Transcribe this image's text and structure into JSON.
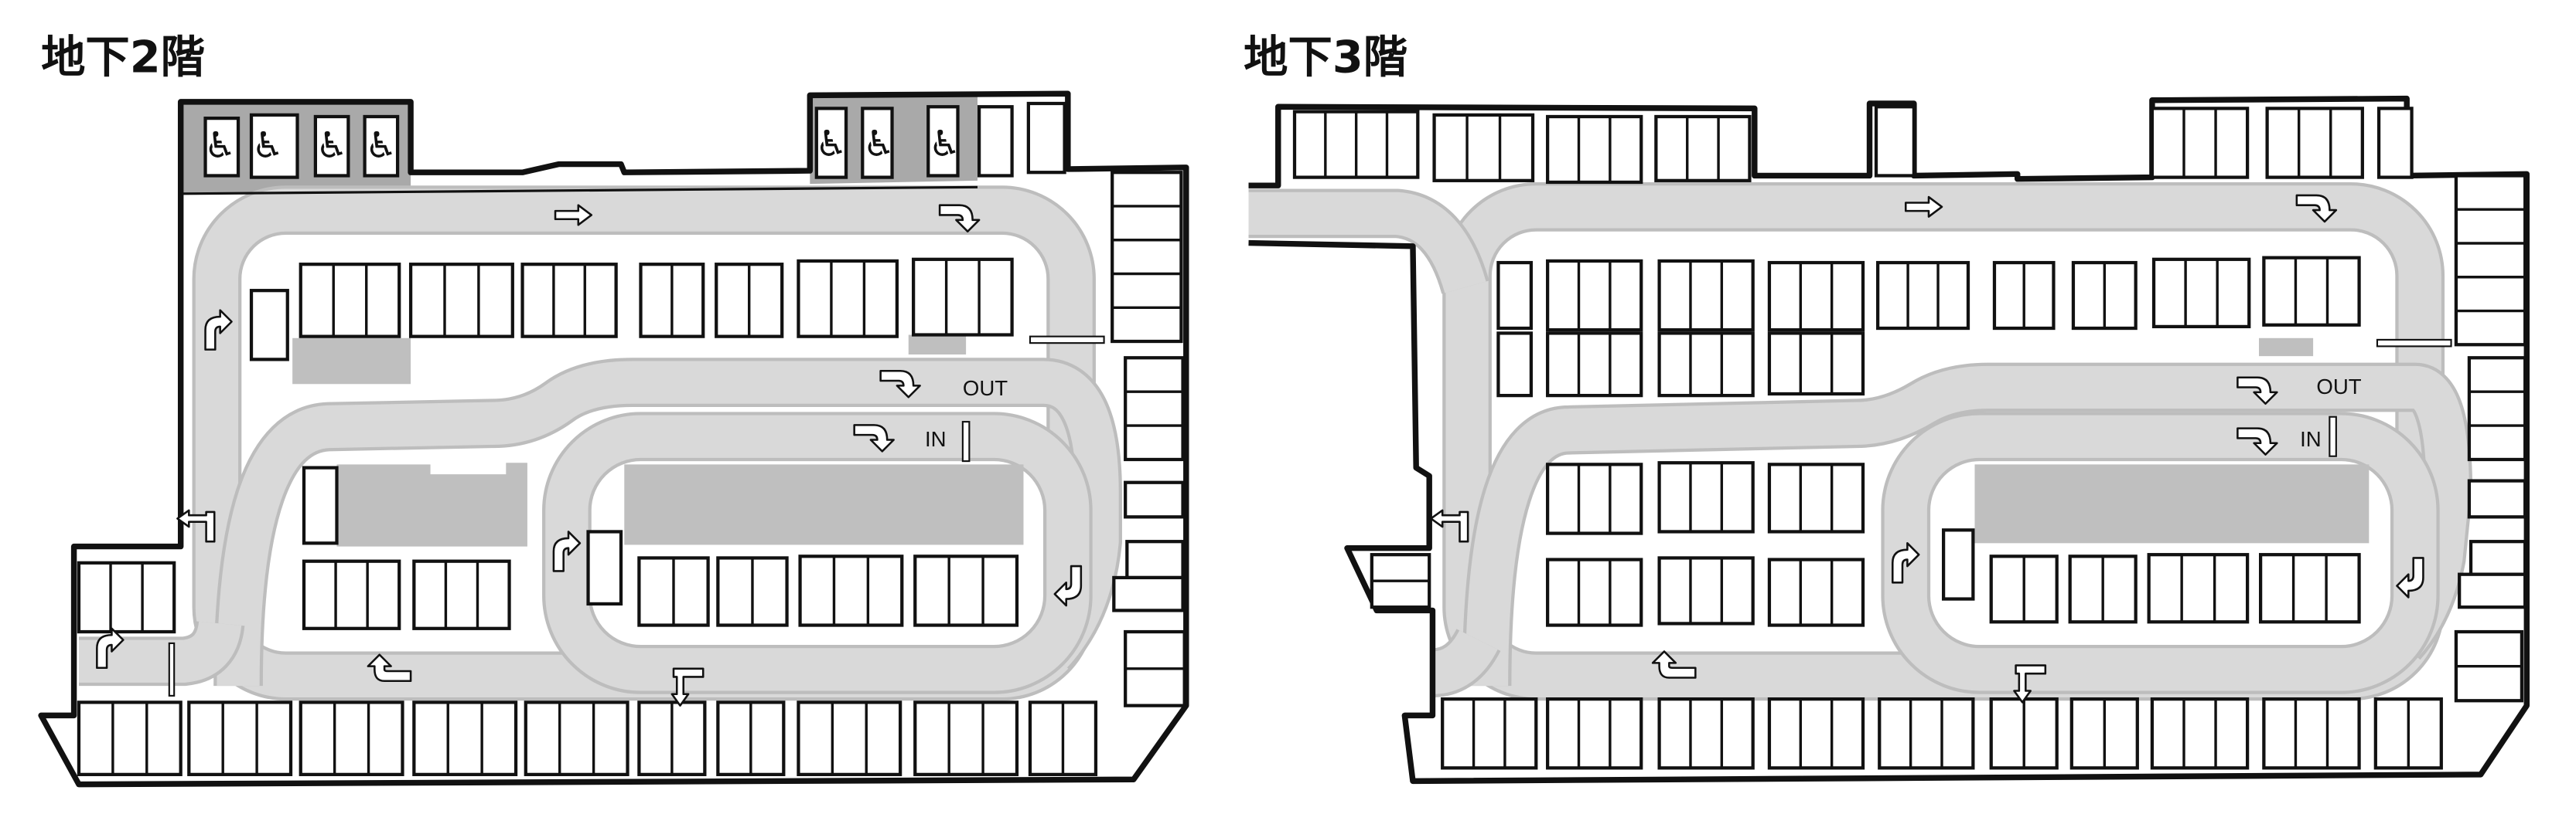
{
  "floors": [
    {
      "title": "地下2階",
      "out_label": "OUT",
      "in_label": "IN",
      "accessible_icon": "wheelchair-icon",
      "accessible_glyph": "♿"
    },
    {
      "title": "地下3階",
      "out_label": "OUT",
      "in_label": "IN"
    }
  ],
  "colors": {
    "wall": "#111111",
    "road": "#d9d9d9",
    "road_edge": "#bdbdbd",
    "block": "#bfbfbf",
    "accessible_area": "#a9a9a9"
  }
}
